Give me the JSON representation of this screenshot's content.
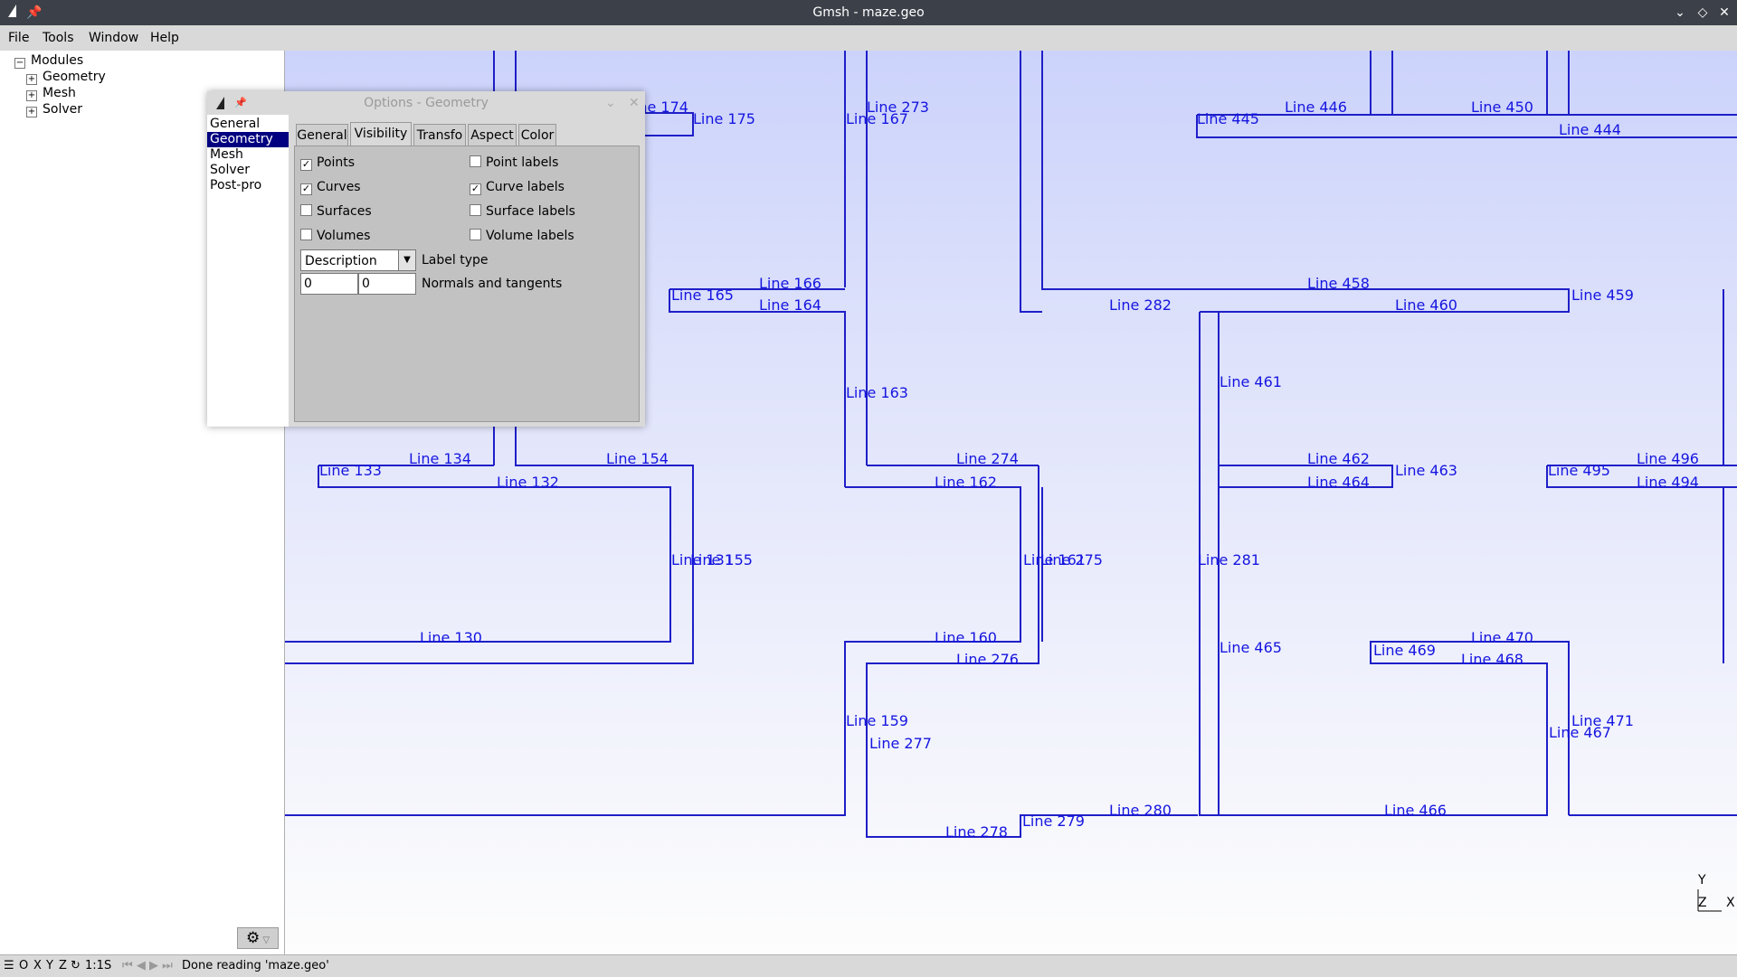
{
  "window": {
    "title": "Gmsh - maze.geo"
  },
  "menu": [
    "File",
    "Tools",
    "Window",
    "Help"
  ],
  "tree": {
    "root": "Modules",
    "items": [
      "Geometry",
      "Mesh",
      "Solver"
    ]
  },
  "dialog": {
    "title": "Options - Geometry",
    "nav": [
      "General",
      "Geometry",
      "Mesh",
      "Solver",
      "Post-pro"
    ],
    "nav_selected": "Geometry",
    "tabs": [
      "General",
      "Visibility",
      "Transfo",
      "Aspect",
      "Color"
    ],
    "active_tab": "Visibility",
    "checkboxes": {
      "points": {
        "label": "Points",
        "checked": true
      },
      "curves": {
        "label": "Curves",
        "checked": true
      },
      "surfaces": {
        "label": "Surfaces",
        "checked": false
      },
      "volumes": {
        "label": "Volumes",
        "checked": false
      },
      "point_labels": {
        "label": "Point labels",
        "checked": false
      },
      "curve_labels": {
        "label": "Curve labels",
        "checked": true
      },
      "surface_labels": {
        "label": "Surface labels",
        "checked": false
      },
      "volume_labels": {
        "label": "Volume labels",
        "checked": false
      }
    },
    "label_type": {
      "value": "Description",
      "label": "Label type"
    },
    "normals": {
      "value1": "0",
      "value2": "0",
      "label": "Normals and tangents"
    }
  },
  "status": {
    "left_controls": [
      "O",
      "X",
      "Y",
      "Z",
      "1:1",
      "S"
    ],
    "message": "Done reading 'maze.geo'"
  },
  "axes": {
    "y": "Y",
    "z": "Z",
    "x": "X"
  },
  "graphics": {
    "line_color": "#1515e0",
    "labels": [
      "Line 174",
      "Line 175",
      "Line 273",
      "Line 167",
      "Line 446",
      "Line 450",
      "Line 445",
      "Line 444",
      "Line 166",
      "Line 165",
      "Line 164",
      "Line 458",
      "Line 282",
      "Line 460",
      "Line 459",
      "Line 461",
      "Line 163",
      "Line 134",
      "Line 154",
      "Line 133",
      "Line 132",
      "Line 274",
      "Line 162",
      "Line 462",
      "Line 463",
      "Line 464",
      "Line 495",
      "Line 496",
      "Line 494",
      "Line 131",
      "Line 155",
      "Line 161",
      "Line 275",
      "Line 281",
      "Line 130",
      "Line 160",
      "Line 276",
      "Line 465",
      "Line 469",
      "Line 470",
      "Line 468",
      "Line 159",
      "Line 277",
      "Line 467",
      "Line 471",
      "Line 280",
      "Line 466",
      "Line 278",
      "Line 279"
    ]
  }
}
